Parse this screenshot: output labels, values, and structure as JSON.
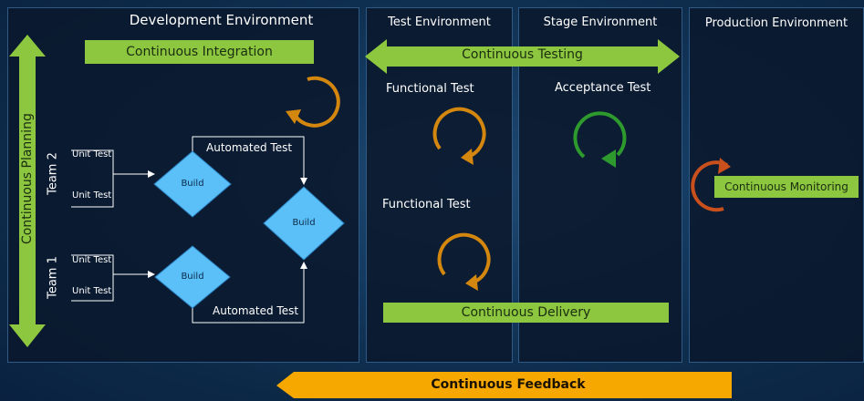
{
  "environments": {
    "development": "Development Environment",
    "test": "Test Environment",
    "stage": "Stage Environment",
    "production": "Production Environment"
  },
  "bars": {
    "continuous_integration": "Continuous Integration",
    "continuous_testing": "Continuous Testing",
    "continuous_planning": "Continuous Planning",
    "continuous_delivery": "Continuous Delivery",
    "continuous_monitoring": "Continuous Monitoring",
    "continuous_feedback": "Continuous Feedback"
  },
  "teams": {
    "team2": "Team 2",
    "team1": "Team 1"
  },
  "unit_test": "Unit Test",
  "build": "Build",
  "automated_test": "Automated Test",
  "functional_test": "Functional  Test",
  "acceptance_test": "Acceptance Test",
  "colors": {
    "green": "#8dc63f",
    "orange": "#f7a800",
    "cycle_orange": "#d4870f",
    "cycle_green": "#2e9a2e",
    "cycle_red": "#c9501c",
    "diamond": "#5bc0f8"
  }
}
